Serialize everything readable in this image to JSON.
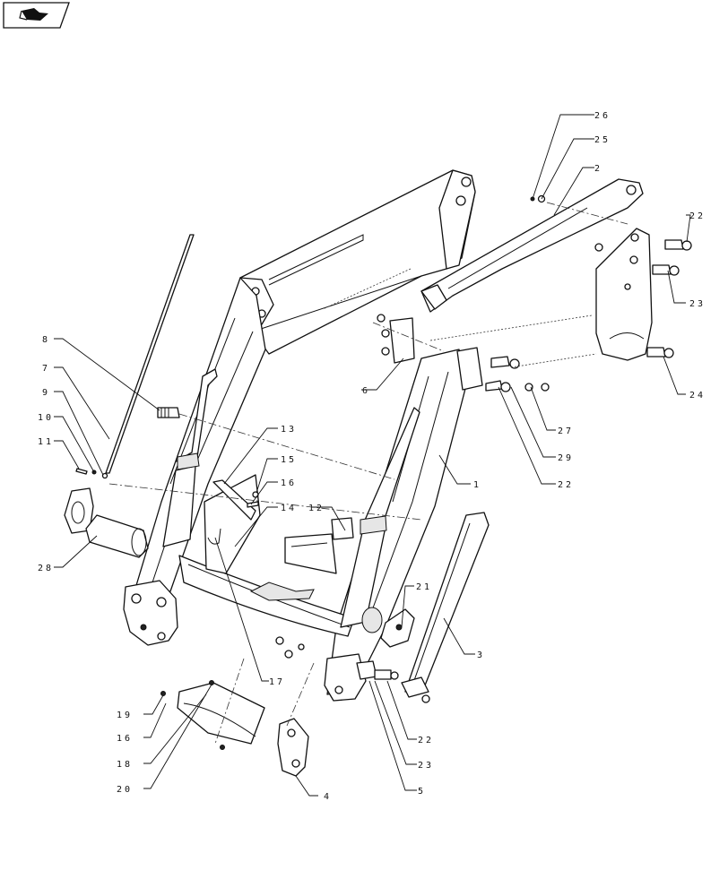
{
  "callouts": [
    "1",
    "2",
    "3",
    "4",
    "5",
    "6",
    "7",
    "8",
    "9",
    "10",
    "11",
    "12",
    "13",
    "14",
    "15",
    "16",
    "16",
    "17",
    "19",
    "18",
    "20",
    "21",
    "22",
    "22",
    "22",
    "23",
    "23",
    "24",
    "25",
    "26",
    "27",
    "28",
    "29"
  ],
  "icon": "book-arrow-icon",
  "colors": {
    "line": "#111111",
    "background": "#ffffff"
  }
}
